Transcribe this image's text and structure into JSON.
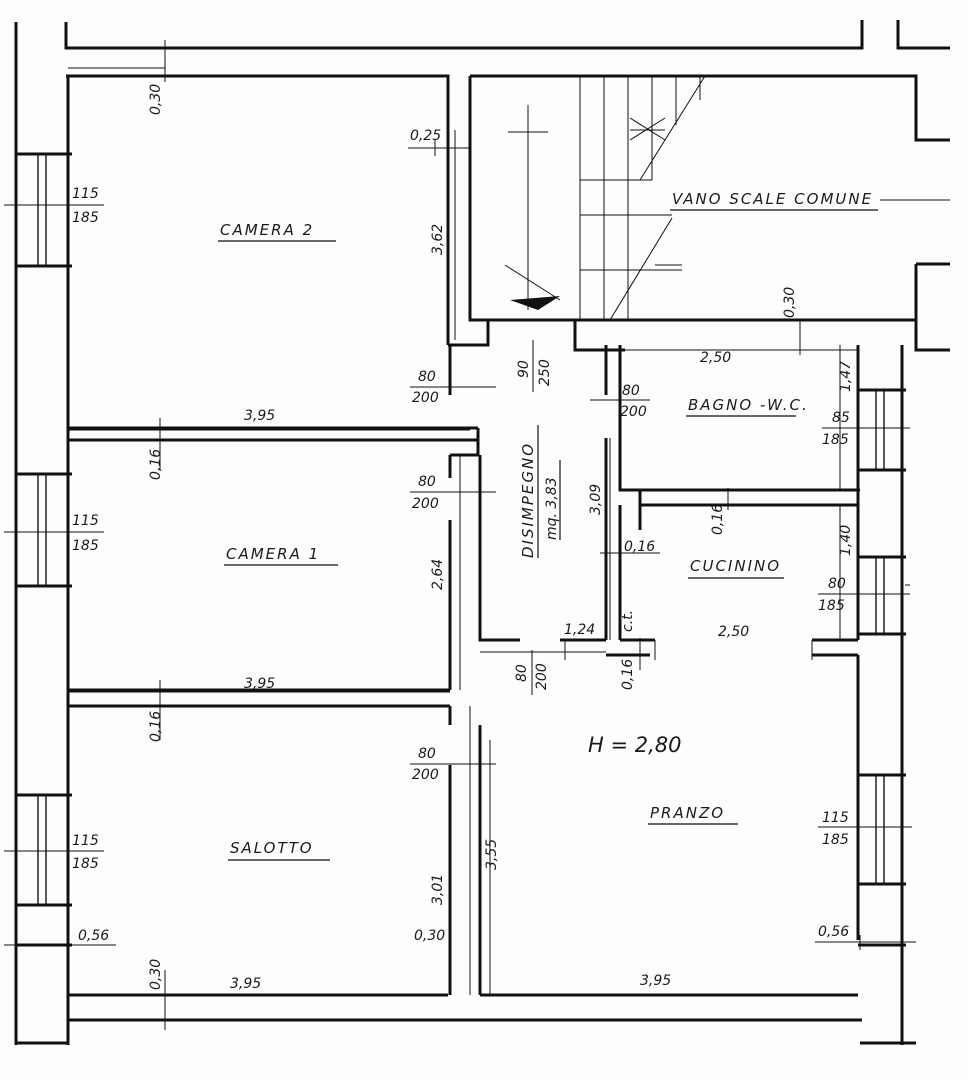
{
  "plan": {
    "height_label": "H = 2,80",
    "rooms": {
      "camera2": "CAMERA 2",
      "camera1": "CAMERA 1",
      "salotto": "SALOTTO",
      "vano_scale": "VANO SCALE COMUNE",
      "bagno": "BAGNO -W.C.",
      "cucinino": "CUCININO",
      "pranzo": "PRANZO",
      "disimpegno": "DISIMPEGNO",
      "disimpegno_area": "mq. 3,83",
      "ct": "c.t."
    },
    "dimensions": {
      "top_wall": "0,30",
      "c2_partition": "0,25",
      "c2_depth": "3,62",
      "c2_c1_wall": "0,16",
      "c2_width": "3,95",
      "c1_depth": "2,64",
      "c1_width": "3,95",
      "c1_sal_wall": "0,16",
      "sal_depth": "3,01",
      "sal_corr_wall": "0,30",
      "pranzo_depth": "3,55",
      "left_wall": "0,56",
      "bottom_wall": "0,30",
      "sal_width": "3,95",
      "pranzo_width": "3,95",
      "right_wall": "0,56",
      "stair_wall": "0,30",
      "bagno_width": "2,50",
      "bagno_depth": "1,47",
      "bagno_cuc_wall": "0,16",
      "cuc_depth": "1,40",
      "cuc_width": "2,50",
      "dis_depth": "3,09",
      "dis_cuc_wall": "0,16",
      "ct_width": "1,24",
      "cuc_pranzo_wall": "0,16"
    },
    "openings": {
      "win_c2": [
        "115",
        "185"
      ],
      "win_c1": [
        "115",
        "185"
      ],
      "win_sal": [
        "115",
        "185"
      ],
      "win_bagno": [
        "85",
        "185"
      ],
      "win_cuc": [
        "80",
        "185"
      ],
      "win_pranzo": [
        "115",
        "185"
      ],
      "door_c2": [
        "80",
        "200"
      ],
      "door_c1": [
        "80",
        "200"
      ],
      "door_sal": [
        "80",
        "200"
      ],
      "door_bagno": [
        "80",
        "200"
      ],
      "door_entry": [
        "90",
        "250"
      ],
      "door_pranzo": [
        "80",
        "200"
      ]
    }
  }
}
